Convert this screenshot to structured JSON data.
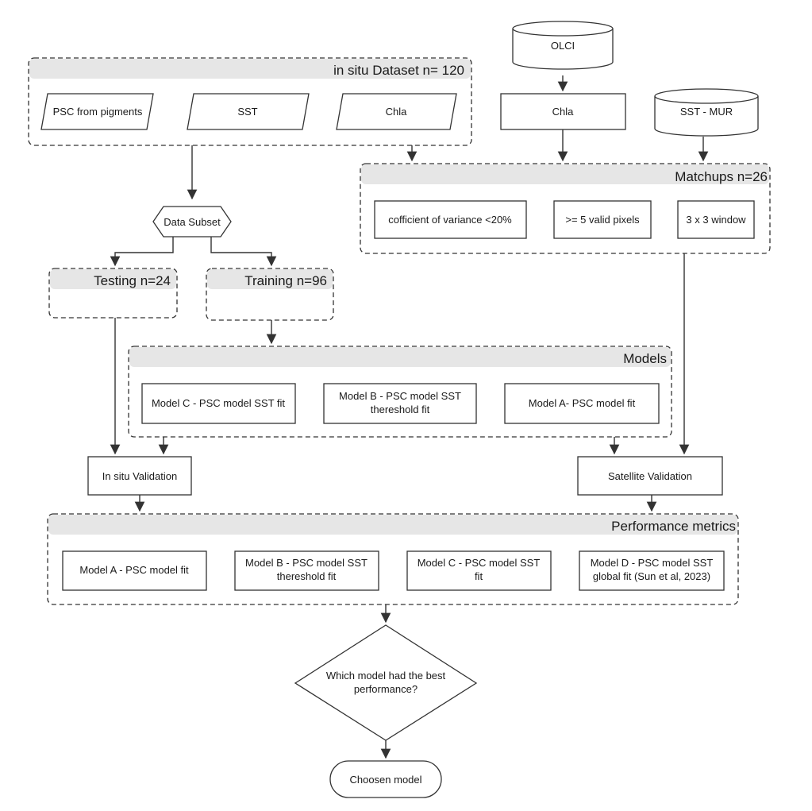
{
  "in_situ_dataset": {
    "title": "in situ Dataset n= 120",
    "psc_from_pigments": "PSC from pigments",
    "sst": "SST",
    "chla": "Chla"
  },
  "olci": "OLCI",
  "satellite_chla": "Chla",
  "sst_mur": "SST - MUR",
  "matchups": {
    "title": "Matchups n=26",
    "coefficient": "cofficient of variance <20%",
    "valid_pixels": ">= 5 valid pixels",
    "window": "3 x 3 window"
  },
  "data_subset": "Data Subset",
  "testing": {
    "title": "Testing n=24"
  },
  "training": {
    "title": "Training n=96"
  },
  "models": {
    "title": "Models",
    "model_c": "Model C - PSC model SST fit",
    "model_b_line1": "Model B - PSC model SST",
    "model_b_line2": "thereshold fit",
    "model_a": "Model A- PSC model fit"
  },
  "in_situ_validation": "In situ Validation",
  "satellite_validation": "Satellite Validation",
  "performance_metrics": {
    "title": "Performance metrics",
    "model_a": "Model A -  PSC model fit",
    "model_b_line1": "Model B -  PSC model SST",
    "model_b_line2": "thereshold fit",
    "model_c_line1": "Model C - PSC model SST",
    "model_c_line2": "fit",
    "model_d_line1": "Model D - PSC model SST",
    "model_d_line2": "global fit (Sun et al, 2023)"
  },
  "decision": {
    "line1": "Which model had the best",
    "line2": "performance?"
  },
  "chosen_model": "Choosen model",
  "colors": {
    "stroke": "#333333",
    "header_fill": "#e6e6e6",
    "background": "#ffffff"
  }
}
